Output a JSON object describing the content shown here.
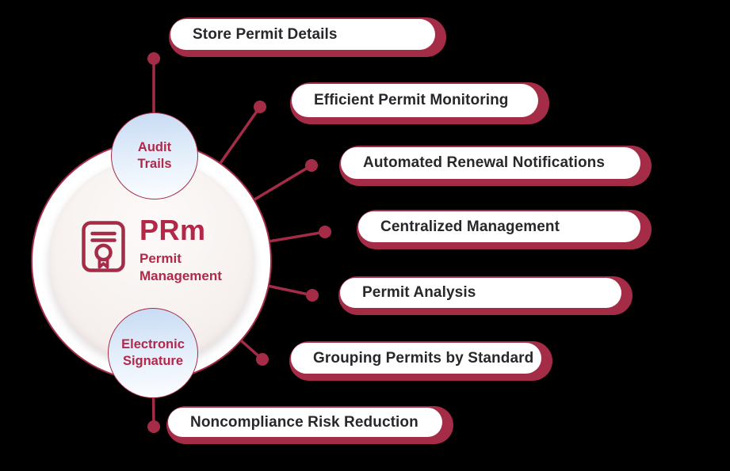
{
  "colors": {
    "crimson": "#A42C47",
    "crimson_text": "#B32749",
    "pill_text": "#26282B",
    "satellite_fill_top": "#C7DBF4",
    "inner_circle_fill": "#F7F2F0",
    "background": "#000000"
  },
  "center": {
    "abbr": "PRm",
    "name": "Permit Management",
    "icon": "certificate-icon"
  },
  "satellites": [
    {
      "label": "Audit Trails"
    },
    {
      "label": "Electronic Signature"
    }
  ],
  "features": [
    {
      "label": "Store Permit Details"
    },
    {
      "label": "Efficient Permit Monitoring"
    },
    {
      "label": "Automated Renewal Notifications"
    },
    {
      "label": "Centralized Management"
    },
    {
      "label": "Permit Analysis"
    },
    {
      "label": "Grouping Permits by Standard"
    },
    {
      "label": "Noncompliance Risk Reduction"
    }
  ]
}
